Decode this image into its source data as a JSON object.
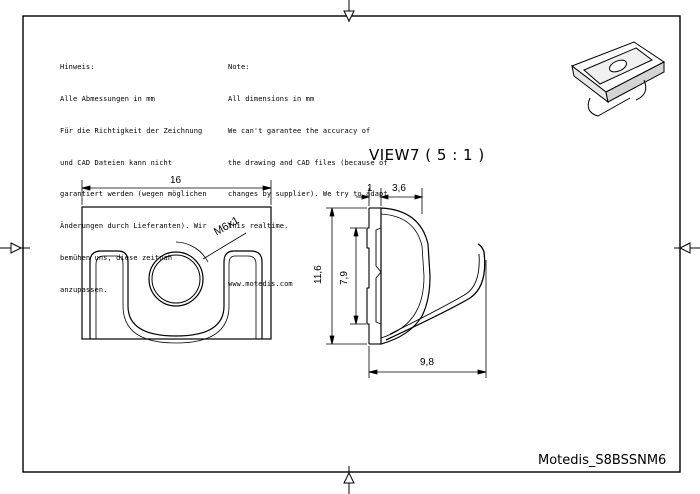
{
  "notes": {
    "german": {
      "heading": "Hinweis:",
      "lines": [
        "Alle Abmessungen in mm",
        "Für die Richtigkeit der Zeichnung",
        "und CAD Dateien kann nicht",
        "garantiert werden (wegen möglichen",
        "Änderungen durch Lieferanten). Wir",
        "bemühen uns, diese zeitnah",
        "anzupassen."
      ]
    },
    "english": {
      "heading": "Note:",
      "lines": [
        "All dimensions in mm",
        "We can't garantee the accuracy of",
        "the drawing and CAD files (because of",
        "changes by supplier). We try to adapt",
        "this realtime."
      ],
      "website": "www.motedis.com"
    }
  },
  "view_title": "VIEW7 ( 5 : 1 )",
  "dimensions": {
    "width": "16",
    "thread": "M6x1",
    "flange": "1",
    "top_depth": "3,6",
    "height_outer": "11,6",
    "height_inner": "7,9",
    "total_depth": "9,8"
  },
  "part_number": "Motedis_S8BSSNM6",
  "colors": {
    "line": "#000000",
    "background": "#ffffff"
  }
}
